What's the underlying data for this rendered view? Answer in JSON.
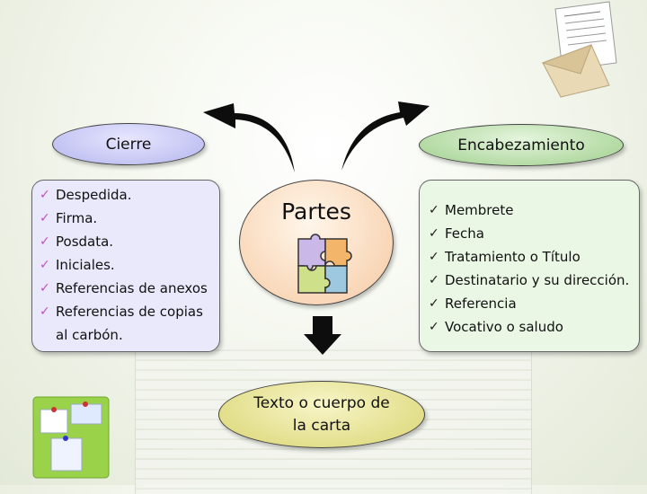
{
  "diagram": {
    "center_label": "Partes",
    "left_oval_label": "Cierre",
    "right_oval_label": "Encabezamiento",
    "bottom_oval_line1": "Texto o cuerpo de",
    "bottom_oval_line2": "la carta",
    "left_items": [
      "Despedida.",
      "Firma.",
      "Posdata.",
      "Iniciales.",
      "Referencias de anexos",
      "Referencias de copias",
      "al carbón."
    ],
    "right_items": [
      "Membrete",
      "Fecha",
      "Tratamiento o Título",
      "Destinatario y su dirección.",
      "Referencia",
      "Vocativo o saludo"
    ],
    "check_mark": "✓",
    "colors": {
      "left_box": "#e9e9fb",
      "right_box": "#eaf7e4",
      "center_oval": "#f9d7b8",
      "bottom_oval": "#d9d572",
      "left_check": "#c050c8"
    },
    "icons": [
      "puzzle-icon",
      "letter-envelope-icon",
      "sticky-notes-icon",
      "arrow-down-icon",
      "curved-arrow-left-icon",
      "curved-arrow-right-icon"
    ]
  }
}
